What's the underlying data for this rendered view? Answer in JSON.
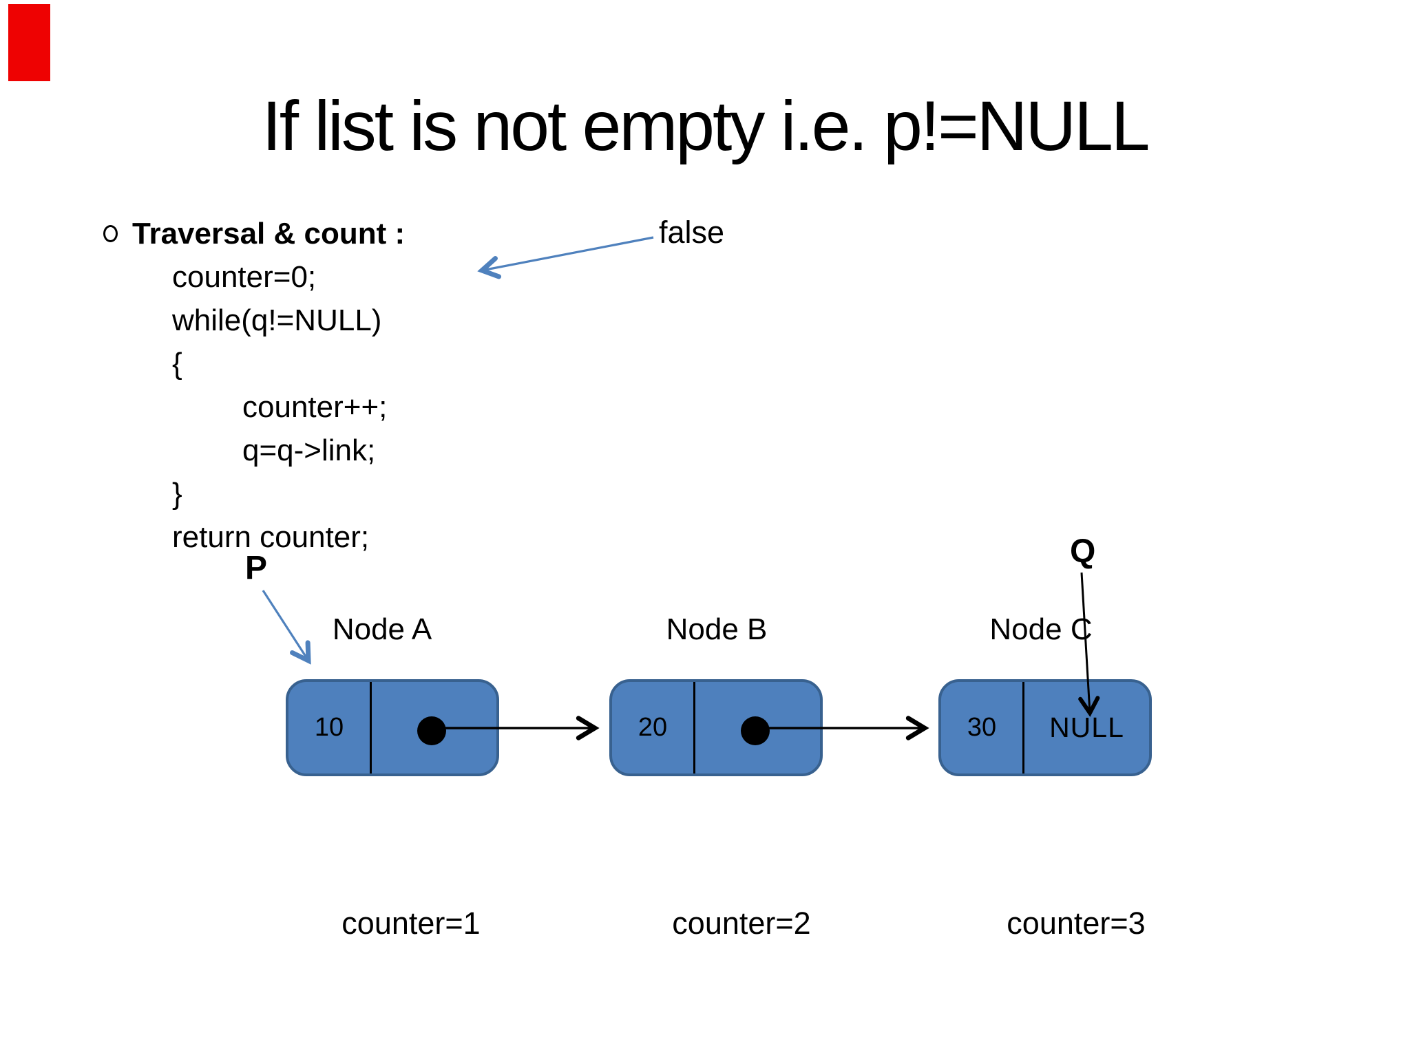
{
  "slide": {
    "title": "If list is not empty i.e. p!=NULL",
    "bullet_label": "Traversal & count :",
    "code_lines": [
      "counter=0;",
      "while(q!=NULL)",
      "{",
      "counter++;",
      "q=q->link;",
      "}",
      "return counter;"
    ],
    "false_label": "false",
    "pointer_p_label": "P",
    "pointer_q_label": "Q",
    "nodes": [
      {
        "name": "Node A",
        "value": "10",
        "link": "pointer",
        "counter": "counter=1"
      },
      {
        "name": "Node B",
        "value": "20",
        "link": "pointer",
        "counter": "counter=2"
      },
      {
        "name": "Node C",
        "value": "30",
        "link": "NULL",
        "counter": "counter=3"
      }
    ],
    "colors": {
      "node_fill": "#4e80bd",
      "node_border": "#38618f",
      "arrow_blue": "#4f81bd",
      "arrow_black": "#000000",
      "red_marker": "#ee0202",
      "text": "#000000",
      "background": "#ffffff"
    }
  }
}
